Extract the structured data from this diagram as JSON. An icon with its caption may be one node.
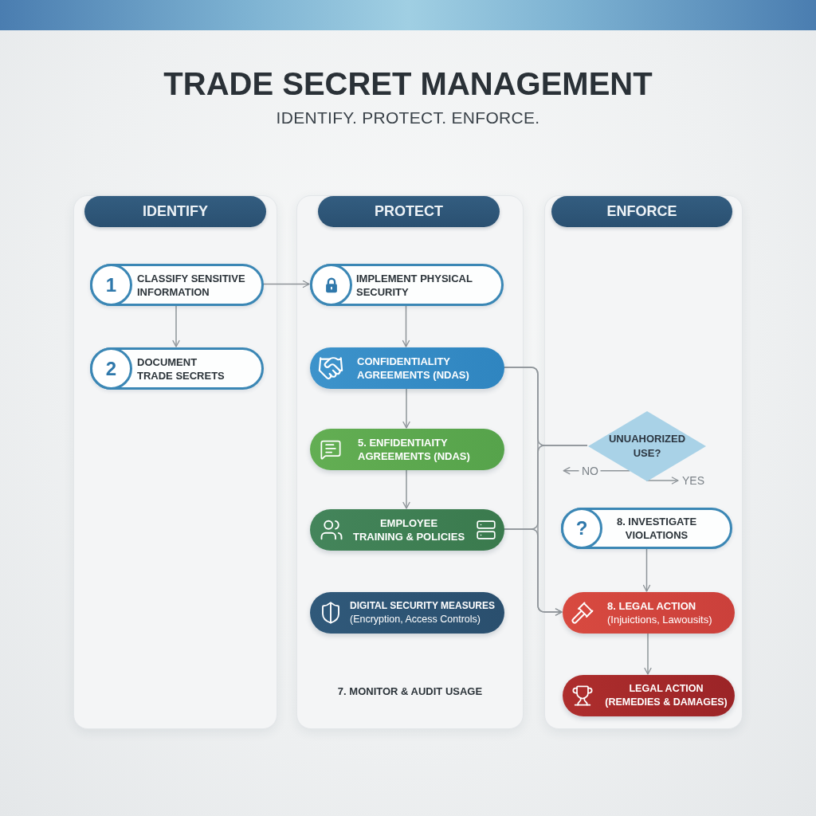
{
  "diagram": {
    "title": "TRADE SECRET MANAGEMENT",
    "nodes": [
      {
        "text": [
          "IDENTIFY"
        ]
      },
      {
        "text": [
          "1",
          "CLASSIFY SENSITIVE INFORMATION"
        ],
        "in": 0
      },
      {
        "text": [
          "2",
          "DOCUMENT TRADE SECRETS"
        ],
        "in": 0
      },
      {
        "text": [
          "PROTECT"
        ]
      },
      {
        "text": [
          "IMPLEMENT PHYSICAL SECURITY"
        ],
        "in": 3
      },
      {
        "text": [
          "CONFIDENTIALITY AGREEMENTS (NDAS)"
        ],
        "in": 3
      },
      {
        "text": [
          "5. ENFIDENTIAITY AGREEMENTS (NDAS)"
        ],
        "in": 3
      },
      {
        "text": [
          "EMPLOYEE TRAINING & POLICIES"
        ],
        "in": 3
      },
      {
        "text": [
          "DIGITAL SECURITY MEASURES",
          "(Encryption, Access Controls)"
        ],
        "in": 3
      },
      {
        "text": [
          "ENFORCE"
        ]
      },
      {
        "text": [
          "UNUAHORIZED USE?"
        ],
        "in": 9
      },
      {
        "text": [
          "?",
          "8. INVESTIGATE VIOLATIONS"
        ],
        "in": 9
      },
      {
        "text": [
          "8. LEGAL ACTION",
          "(Injuictions, Lawousits)"
        ],
        "in": 9
      },
      {
        "text": [
          "LEGAL ACTION",
          "(REMEDIES & DAMAGES)"
        ],
        "in": 9
      }
    ],
    "edges": [
      {
        "from": 1,
        "to": 2,
        "arrow": "to"
      },
      {
        "from": 1,
        "to": 4,
        "arrow": "to"
      },
      {
        "from": 4,
        "to": 5,
        "arrow": "to"
      },
      {
        "from": 5,
        "to": 6,
        "arrow": "to"
      },
      {
        "from": 6,
        "to": 7,
        "arrow": "to"
      },
      {
        "from": 5,
        "to": 10,
        "arrow": "none"
      },
      {
        "from": 7,
        "to": 10,
        "arrow": "none"
      },
      {
        "from": 5,
        "to": 12,
        "arrow": "to"
      },
      {
        "from": 7,
        "to": 12,
        "arrow": "to"
      },
      {
        "from": 11,
        "to": 12,
        "arrow": "to"
      },
      {
        "from": 12,
        "to": 13,
        "arrow": "to"
      },
      {
        "from": 10,
        "to": null,
        "arrow": "to",
        "label": "NO"
      },
      {
        "from": 10,
        "to": null,
        "arrow": "to",
        "label": "YES"
      }
    ],
    "labels": [
      "IDENTIFY. PROTECT. ENFORCE.",
      "7. MONITOR & AUDIT USAGE"
    ]
  }
}
